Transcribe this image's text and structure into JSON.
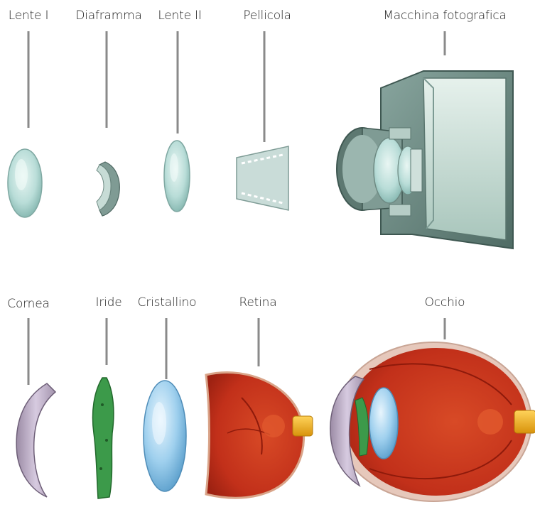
{
  "camera_row": {
    "items": [
      {
        "id": "lens1",
        "label": "Lente I",
        "icon": "convex-lens-icon"
      },
      {
        "id": "diaphragm",
        "label": "Diaframma",
        "icon": "aperture-diaphragm-icon"
      },
      {
        "id": "lens2",
        "label": "Lente II",
        "icon": "lens-icon"
      },
      {
        "id": "film",
        "label": "Pellicola",
        "icon": "film-strip-icon"
      },
      {
        "id": "camera",
        "label": "Macchina fotografica",
        "icon": "camera-cutaway-icon"
      }
    ]
  },
  "eye_row": {
    "items": [
      {
        "id": "cornea",
        "label": "Cornea",
        "icon": "cornea-icon"
      },
      {
        "id": "iris",
        "label": "Iride",
        "icon": "iris-icon"
      },
      {
        "id": "crystalline",
        "label": "Cristallino",
        "icon": "eye-lens-icon"
      },
      {
        "id": "retina",
        "label": "Retina",
        "icon": "retina-icon"
      },
      {
        "id": "eye",
        "label": "Occhio",
        "icon": "eye-cross-section-icon"
      }
    ]
  },
  "colors": {
    "lens_glass": "#b9ddd8",
    "camera_body": "#6f8d86",
    "camera_inner": "#cfe3dc",
    "cornea": "#b7a9bf",
    "iris": "#3c9a4a",
    "crystalline": "#8fc6e8",
    "retina": "#c8331c",
    "optic_nerve": "#f0b11c",
    "leader_line": "#8a8a8a"
  }
}
